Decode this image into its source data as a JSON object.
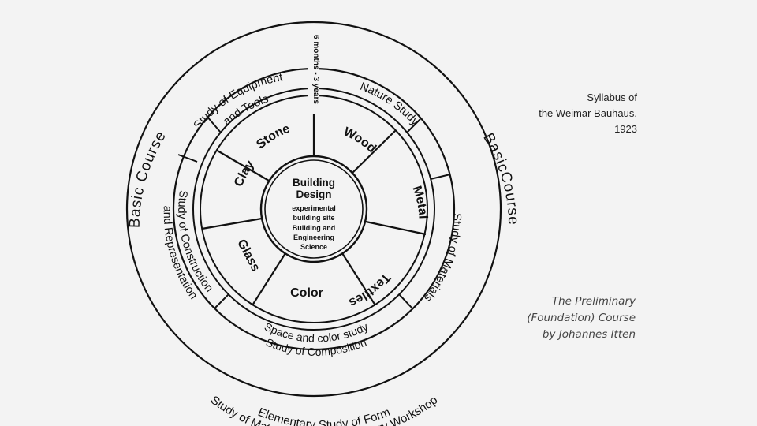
{
  "diagram": {
    "outer_ring": {
      "left": "Basic Course",
      "right": "BasicCourse",
      "bottom_line1": "Elementary Study of Form",
      "bottom_line2": "Study of Materials in the Preliminary Workshop"
    },
    "duration": "6 months - 3 years",
    "studies_ring": {
      "equipment_line1": "Study of Equipment",
      "equipment_line2": "and Tools",
      "nature": "Nature Study",
      "materials": "Study of Materials",
      "construction_line1": "Study of Construction",
      "construction_line2": "and Representation",
      "composition_line1": "Space and color study",
      "composition_line2": "Study of Composition"
    },
    "workshops": [
      "Stone",
      "Wood",
      "Metal",
      "Textiles",
      "Color",
      "Glass",
      "Clay"
    ],
    "center": {
      "title_line1": "Building",
      "title_line2": "Design",
      "sub_line1": "experimental",
      "sub_line2": "building site",
      "sub_line3": "Building and",
      "sub_line4": "Engineering",
      "sub_line5": "Science"
    }
  },
  "captions": {
    "syllabus_line1": "Syllabus of",
    "syllabus_line2": "the Weimar Bauhaus,",
    "syllabus_line3": "1923",
    "course_line1": "The Preliminary",
    "course_line2": "(Foundation) Course",
    "course_line3": "by Johannes Itten"
  }
}
